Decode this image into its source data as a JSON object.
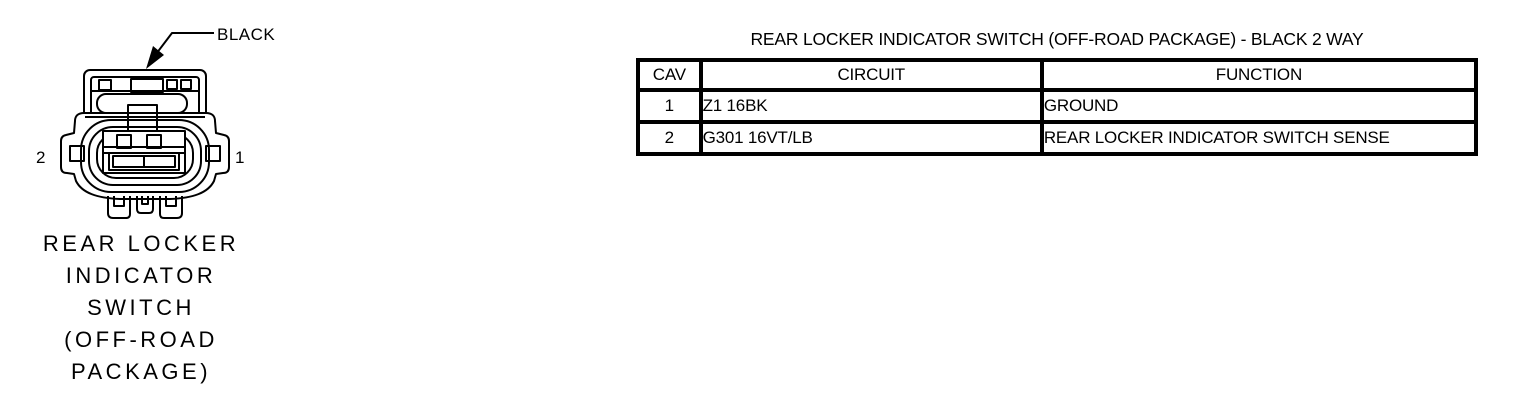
{
  "figure": {
    "color_callout": "BLACK",
    "pin_left_label": "2",
    "pin_right_label": "1",
    "caption_lines": [
      "REAR LOCKER",
      "INDICATOR",
      "SWITCH",
      "(OFF-ROAD",
      "PACKAGE)"
    ]
  },
  "pinout_table": {
    "title": "REAR LOCKER INDICATOR SWITCH (OFF-ROAD PACKAGE) - BLACK 2 WAY",
    "columns": [
      "CAV",
      "CIRCUIT",
      "FUNCTION"
    ],
    "rows": [
      {
        "cav": "1",
        "circuit": "Z1 16BK",
        "function": "GROUND"
      },
      {
        "cav": "2",
        "circuit": "G301 16VT/LB",
        "function": "REAR LOCKER INDICATOR SWITCH SENSE"
      }
    ]
  },
  "colors": {
    "ink": "#000000",
    "paper": "#ffffff"
  }
}
